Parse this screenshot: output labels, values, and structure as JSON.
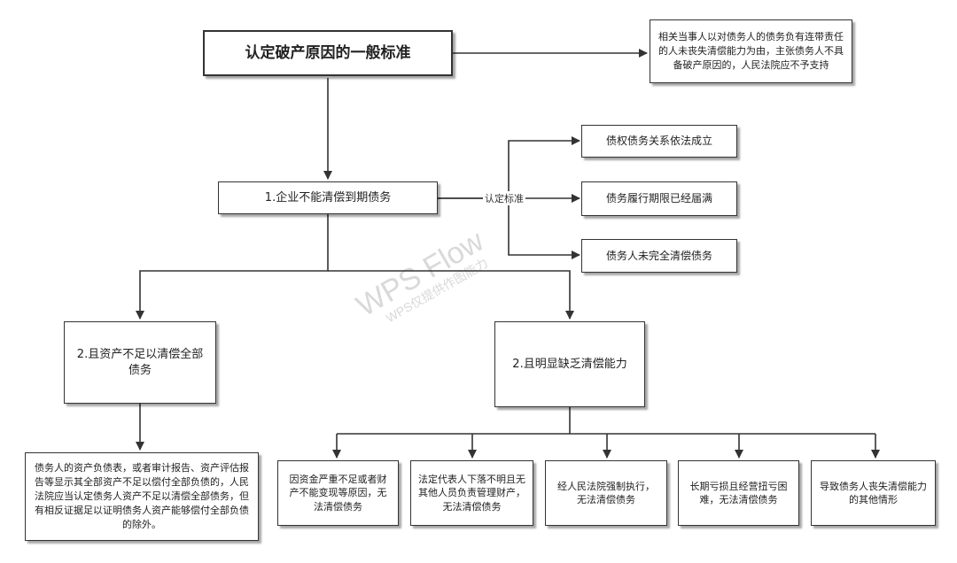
{
  "diagram": {
    "title": "认定破产原因的一般标准",
    "top_note": "相关当事人以对债务人的债务负有连带责任的人未丧失清偿能力为由，主张债务人不具备破产原因的，人民法院应不予支持",
    "node1": "1.企业不能清偿到期债务",
    "edge_label": "认定标准",
    "criteria": [
      "债权债务关系依法成立",
      "债务履行期限已经届满",
      "债务人未完全清偿债务"
    ],
    "node2a": "2.且资产不足以清偿全部债务",
    "node2a_note": "债务人的资产负债表，或者审计报告、资产评估报告等显示其全部资产不足以偿付全部负债的，人民法院应当认定债务人资产不足以清偿全部债务，但有相反证据足以证明债务人资产能够偿付全部负债的除外。",
    "node2b": "2.且明显缺乏清偿能力",
    "situations": [
      "因资金严重不足或者财产不能变现等原因，无法清偿债务",
      "法定代表人下落不明且无其他人员负责管理财产，无法清偿债务",
      "经人民法院强制执行，无法清偿债务",
      "长期亏损且经营扭亏困难，无法清偿债务",
      "导致债务人丧失清偿能力的其他情形"
    ]
  },
  "watermark": {
    "line1": "WPS Flow",
    "line2": "WPS仅提供作图能力"
  },
  "colors": {
    "line": "#333333",
    "border": "#333333"
  }
}
